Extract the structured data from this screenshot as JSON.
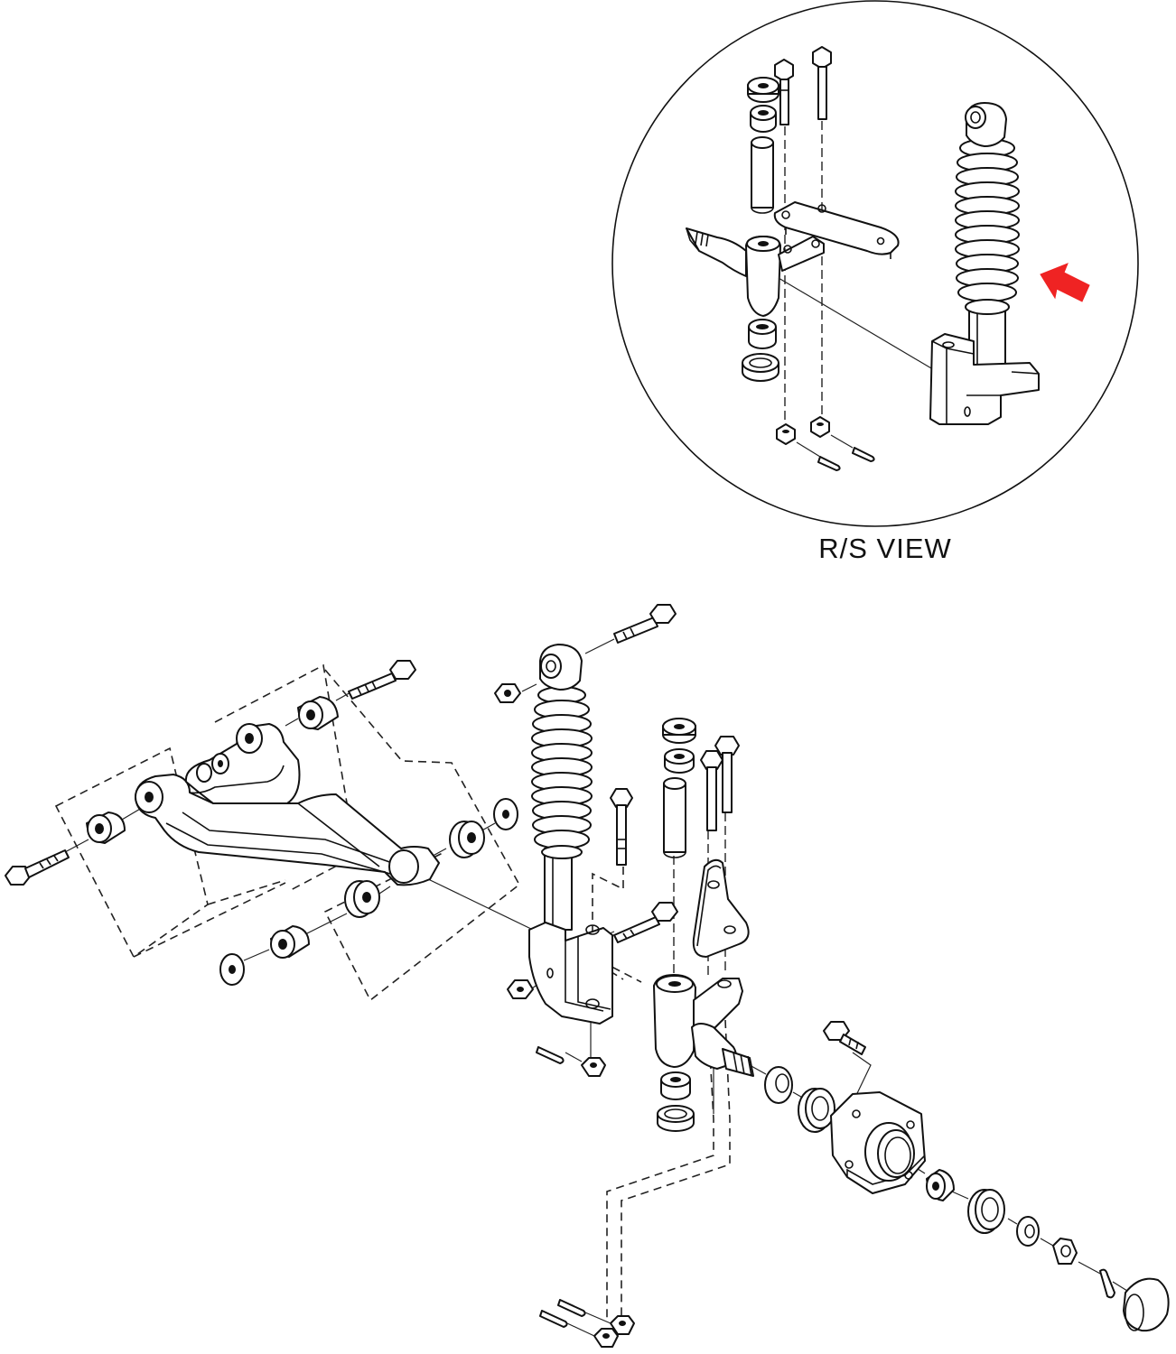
{
  "view_label": "R/S VIEW",
  "colors": {
    "line": "#111111",
    "arrow": "#ef2323",
    "background": "#ffffff"
  },
  "parts": [
    "lower-control-arm",
    "control-arm-bushing",
    "control-arm-bolt",
    "control-arm-nut",
    "coil-over-shock-absorber",
    "shock-mount-bolt",
    "shock-mount-nut",
    "spindle-knuckle",
    "kingpin-sleeve",
    "kingpin-bushing",
    "steering-arm",
    "wheel-hub",
    "wheel-bearing",
    "hub-spacer",
    "spindle-washer",
    "castle-nut",
    "cotter-pin",
    "dust-cap",
    "spindle-bracket"
  ]
}
